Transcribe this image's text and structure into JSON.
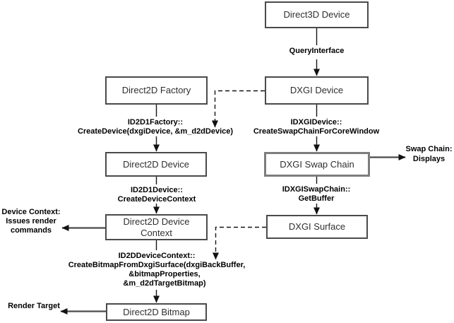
{
  "nodes": {
    "direct3d_device": "Direct3D Device",
    "direct2d_factory": "Direct2D Factory",
    "dxgi_device": "DXGI Device",
    "direct2d_device": "Direct2D Device",
    "dxgi_swap_chain": "DXGI Swap Chain",
    "direct2d_device_context": "Direct2D Device Context",
    "dxgi_surface": "DXGI Surface",
    "direct2d_bitmap": "Direct2D Bitmap"
  },
  "edge_labels": {
    "query_interface": {
      "lines": [
        "QueryInterface"
      ]
    },
    "factory_create_device": {
      "lines": [
        "ID2D1Factory::",
        "CreateDevice(dxgiDevice, &m_d2dDevice)"
      ]
    },
    "device_create_swap_chain": {
      "lines": [
        "IDXGIDevice::",
        "CreateSwapChainForCoreWindow"
      ]
    },
    "device_create_device_context": {
      "lines": [
        "ID2D1Device::",
        "CreateDeviceContext"
      ]
    },
    "swap_chain_get_buffer": {
      "lines": [
        "IDXGISwapChain::",
        "GetBuffer"
      ]
    },
    "context_create_bitmap": {
      "lines": [
        "ID2DDeviceContext::",
        "CreateBitmapFromDxgiSurface(dxgiBackBuffer,",
        "&bitmapProperties,",
        "&m_d2dTargetBitmap)"
      ]
    }
  },
  "annotations": {
    "swap_chain_output": {
      "lines": [
        "Swap Chain:",
        "Displays"
      ]
    },
    "device_context_output": {
      "lines": [
        "Device Context:",
        "Issues render",
        "commands"
      ]
    },
    "render_target_output": {
      "lines": [
        "Render Target"
      ]
    }
  },
  "colors": {
    "background": "#ffffff",
    "box_fill": "#ffffff",
    "box_border": "#4a4a4a",
    "swap_chain_border": "#7d7d7d",
    "line": "#111111",
    "box_text": "#2f2f2f",
    "label_text": "#000000"
  }
}
